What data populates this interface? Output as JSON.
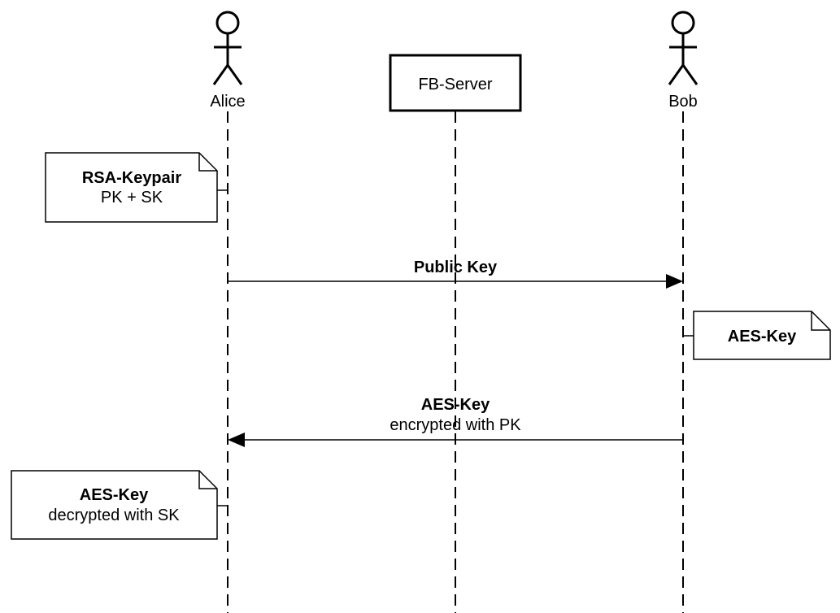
{
  "participants": {
    "alice": {
      "label": "Alice",
      "kind": "actor"
    },
    "server": {
      "label": "FB-Server",
      "kind": "box"
    },
    "bob": {
      "label": "Bob",
      "kind": "actor"
    }
  },
  "notes": {
    "rsa": {
      "title": "RSA-Keypair",
      "body": "PK + SK",
      "owner": "Alice"
    },
    "bob_aes": {
      "title": "AES-Key",
      "owner": "Bob"
    },
    "alice_aes": {
      "title": "AES-Key",
      "body": "decrypted with SK",
      "owner": "Alice"
    }
  },
  "messages": {
    "public_key": {
      "title": "Public Key",
      "from": "Alice",
      "to": "Bob"
    },
    "aes_key": {
      "title": "AES-Key",
      "subtitle": "encrypted with PK",
      "from": "Bob",
      "to": "Alice"
    }
  },
  "colors": {
    "stroke": "#000000",
    "fill": "#ffffff"
  }
}
